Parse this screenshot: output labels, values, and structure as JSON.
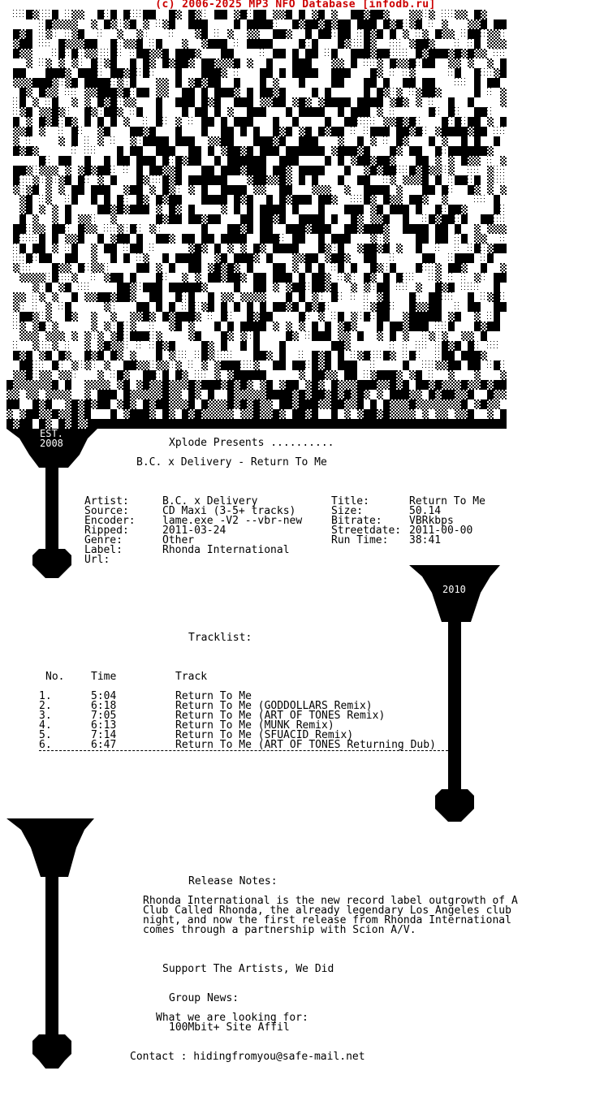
{
  "copyright": "(c) 2006-2025 MP3 NFO Database [infodb.ru]",
  "badges": {
    "left": "EST. 2008",
    "right": "2010"
  },
  "header": {
    "presents": "Xplode Presents ..........",
    "release": "B.C. x Delivery - Return To Me"
  },
  "info_left": [
    {
      "label": "Artist:",
      "value": "B.C. x Delivery"
    },
    {
      "label": "Source:",
      "value": "CD Maxi (3-5+ tracks)"
    },
    {
      "label": "Encoder:",
      "value": "lame.exe -V2 --vbr-new"
    },
    {
      "label": "Ripped:",
      "value": "2011-03-24"
    },
    {
      "label": "Genre:",
      "value": "Other"
    },
    {
      "label": "Label:",
      "value": "Rhonda International"
    },
    {
      "label": "Url:",
      "value": ""
    }
  ],
  "info_right": [
    {
      "label": "Title:",
      "value": "Return To Me"
    },
    {
      "label": "Size:",
      "value": "50.14"
    },
    {
      "label": "Bitrate:",
      "value": "VBRkbps"
    },
    {
      "label": "Streetdate:",
      "value": "2011-00-00"
    },
    {
      "label": "Run Time:",
      "value": "38:41"
    }
  ],
  "tracklist": {
    "heading": "Tracklist:",
    "columns": {
      "no": "No.",
      "time": "Time",
      "track": "Track"
    },
    "rows": [
      {
        "no": "1.",
        "time": "5:04",
        "track": "Return To Me"
      },
      {
        "no": "2.",
        "time": "6:18",
        "track": "Return To Me (GODDOLLARS Remix)"
      },
      {
        "no": "3.",
        "time": "7:05",
        "track": "Return To Me (ART OF TONES Remix)"
      },
      {
        "no": "4.",
        "time": "6:13",
        "track": "Return To Me (MUNK Remix)"
      },
      {
        "no": "5.",
        "time": "7:14",
        "track": "Return To Me (SFUACID Remix)"
      },
      {
        "no": "6.",
        "time": "6:47",
        "track": "Return To Me (ART OF TONES Returning Dub)"
      }
    ]
  },
  "notes": {
    "heading": "Release Notes:",
    "lines": [
      "Rhonda International is the new record label outgrowth of A",
      "Club Called Rhonda, the already legendary Los Angeles club",
      "night, and now the first release from Rhonda International",
      "comes through a partnership with Scion A/V."
    ]
  },
  "support": "Support The Artists, We Did",
  "group_news": "Group News:",
  "looking_for": "What we are looking for:",
  "looking_item": "100Mbit+ Site Affil",
  "contact": "Contact : hidingfromyou@safe-mail.net"
}
